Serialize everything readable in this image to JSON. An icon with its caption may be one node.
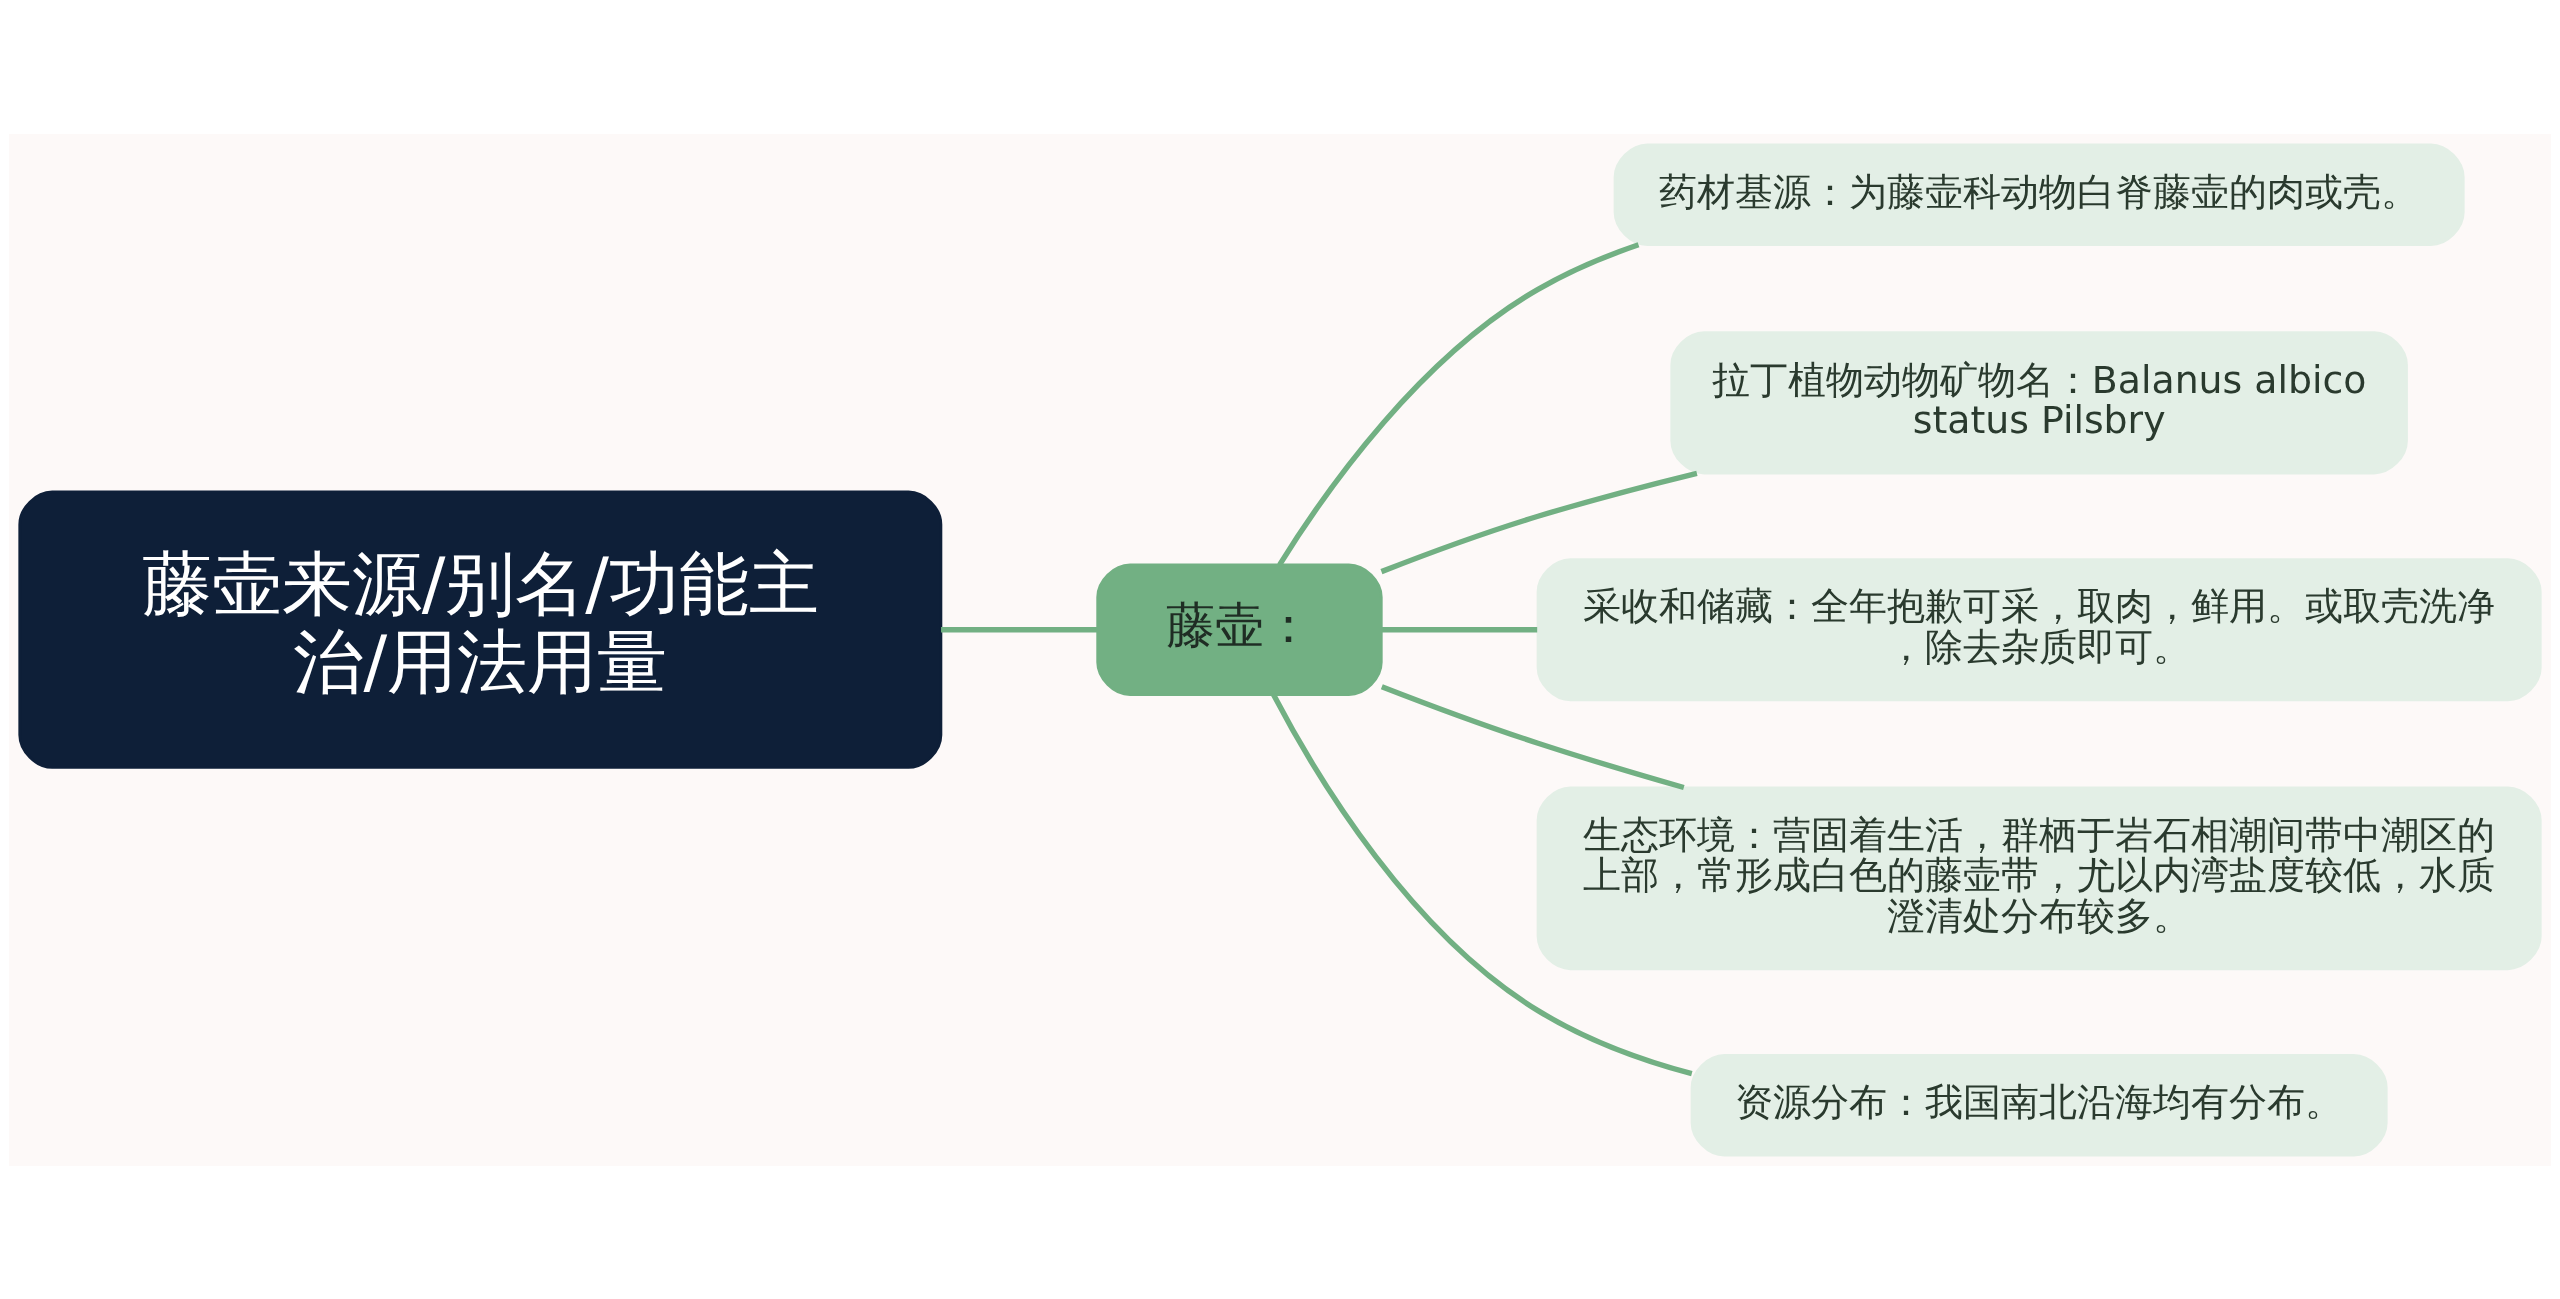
{
  "diagram": {
    "nodes": [
      {
        "text": [
          "藤壶来源/别名/功能主治/用法用量"
        ]
      },
      {
        "text": [
          "藤壶："
        ]
      },
      {
        "text": [
          "药材基源：为藤壶科动物白脊藤壶的肉或壳。"
        ]
      },
      {
        "text": [
          "拉丁植物动物矿物名：Balanus albicostatus Pilsbry"
        ]
      },
      {
        "text": [
          "采收和储藏：全年抱歉可采，取肉，鲜用。或取壳洗净，除去杂质即可。"
        ]
      },
      {
        "text": [
          "生态环境：营固着生活，群栖于岩石相潮间带中潮区的上部，常形成白色的藤壶带，尤以内湾盐度较低，水质澄清处分布较多。"
        ]
      },
      {
        "text": [
          "资源分布：我国南北沿海均有分布。"
        ]
      }
    ],
    "edges": [
      {
        "from": 0,
        "to": 1,
        "arrow": "none"
      },
      {
        "from": 1,
        "to": 2,
        "arrow": "none"
      },
      {
        "from": 1,
        "to": 3,
        "arrow": "none"
      },
      {
        "from": 1,
        "to": 4,
        "arrow": "none"
      },
      {
        "from": 1,
        "to": 5,
        "arrow": "none"
      },
      {
        "from": 1,
        "to": 6,
        "arrow": "none"
      }
    ]
  }
}
